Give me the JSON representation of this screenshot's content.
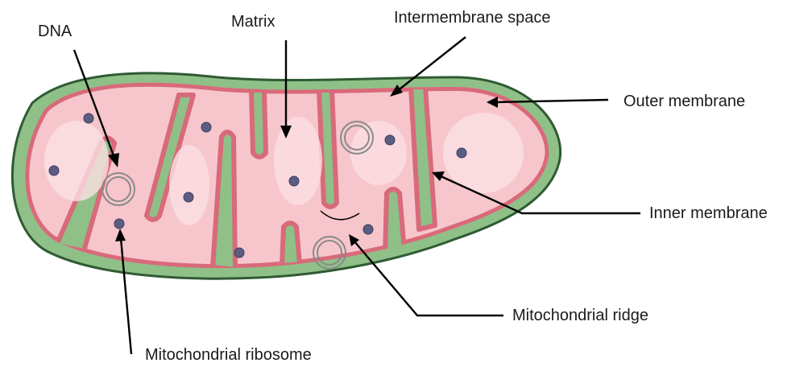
{
  "labels": {
    "dna": "DNA",
    "matrix": "Matrix",
    "intermembrane_space": "Intermembrane space",
    "outer_membrane": "Outer membrane",
    "inner_membrane": "Inner membrane",
    "mitochondrial_ridge": "Mitochondrial ridge",
    "mitochondrial_ribosome": "Mitochondrial ribosome"
  },
  "colors": {
    "outer_membrane": "#2f5b33",
    "intermembrane_space": "#8fc088",
    "inner_membrane": "#d86a7a",
    "matrix": "#f6c6cc",
    "matrix_highlight": "#fbe0e3",
    "ribosome": "#5c5d83",
    "dna": "#8a8a8a"
  }
}
